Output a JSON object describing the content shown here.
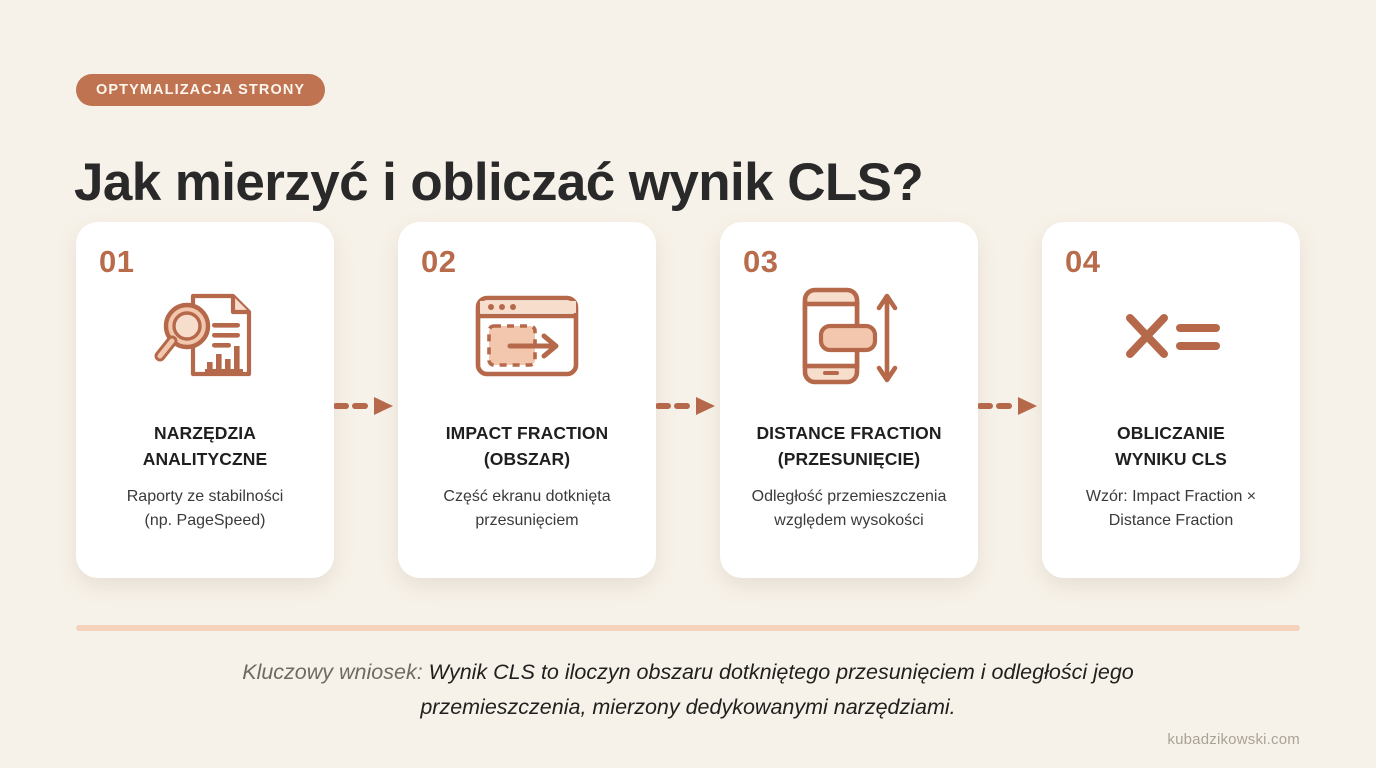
{
  "header": {
    "badge": "OPTYMALIZACJA STRONY",
    "title": "Jak mierzyć i obliczać wynik CLS?"
  },
  "colors": {
    "background": "#f7f2e9",
    "badge_bg": "#bf7351",
    "accent": "#b86c4c",
    "icon_stroke": "#b5694a",
    "icon_fill": "#f2c7ae",
    "divider": "#f4d2bb",
    "card_bg": "#ffffff",
    "title_text": "#292929"
  },
  "cards": [
    {
      "number": "01",
      "icon": "document-magnifier-chart-icon",
      "title_line1": "NARZĘDZIA",
      "title_line2": "ANALITYCZNE",
      "desc_line1": "Raporty ze stabilności",
      "desc_line2": "(np. PageSpeed)"
    },
    {
      "number": "02",
      "icon": "browser-shift-area-icon",
      "title_line1": "IMPACT FRACTION",
      "title_line2": "(OBSZAR)",
      "desc_line1": "Część ekranu dotknięta",
      "desc_line2": "przesunięciem"
    },
    {
      "number": "03",
      "icon": "phone-vertical-distance-icon",
      "title_line1": "DISTANCE FRACTION",
      "title_line2": "(PRZESUNIĘCIE)",
      "desc_line1": "Odległość przemieszczenia",
      "desc_line2": "względem wysokości"
    },
    {
      "number": "04",
      "icon": "multiply-equals-icon",
      "title_line1": "OBLICZANIE",
      "title_line2": "WYNIKU CLS",
      "desc_line1": "Wzór: Impact Fraction ×",
      "desc_line2": "Distance Fraction"
    }
  ],
  "connectors": [
    {
      "name": "arrow-1-to-2"
    },
    {
      "name": "arrow-2-to-3"
    },
    {
      "name": "arrow-3-to-4"
    }
  ],
  "footer": {
    "lead": "Kluczowy wniosek:",
    "text_line1": " Wynik CLS to iloczyn obszaru dotkniętego przesunięciem i odległości",
    "text_line2": "jego przemieszczenia, mierzony dedykowanymi narzędziami.",
    "watermark": "kubadzikowski.com"
  }
}
